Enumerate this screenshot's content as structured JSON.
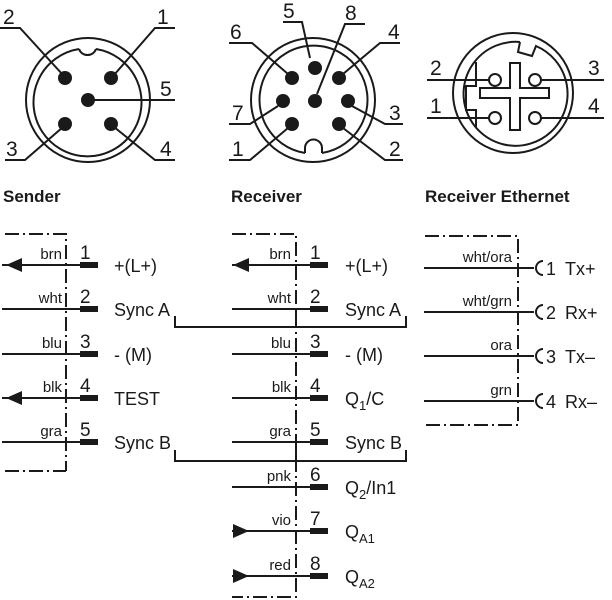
{
  "connectors": {
    "sender": {
      "title": "Sender",
      "pin_labels": [
        "1",
        "2",
        "3",
        "4",
        "5"
      ]
    },
    "receiver": {
      "title": "Receiver",
      "pin_labels": [
        "1",
        "2",
        "3",
        "4",
        "5",
        "6",
        "7",
        "8"
      ]
    },
    "receiver_ethernet": {
      "title": "Receiver Ethernet",
      "pin_labels": [
        "1",
        "2",
        "3",
        "4"
      ]
    }
  },
  "sender_pins": [
    {
      "num": "1",
      "wire": "brn",
      "signal": "+(L+)",
      "arrow": "out"
    },
    {
      "num": "2",
      "wire": "wht",
      "signal": "Sync A",
      "arrow": "none"
    },
    {
      "num": "3",
      "wire": "blu",
      "signal": "- (M)",
      "arrow": "none"
    },
    {
      "num": "4",
      "wire": "blk",
      "signal": "TEST",
      "arrow": "out"
    },
    {
      "num": "5",
      "wire": "gra",
      "signal": "Sync B",
      "arrow": "none"
    }
  ],
  "receiver_pins": [
    {
      "num": "1",
      "wire": "brn",
      "signal": "+(L+)",
      "arrow": "out"
    },
    {
      "num": "2",
      "wire": "wht",
      "signal": "Sync A",
      "arrow": "none"
    },
    {
      "num": "3",
      "wire": "blu",
      "signal": "- (M)",
      "arrow": "none"
    },
    {
      "num": "4",
      "wire": "blk",
      "signal_main": "Q",
      "signal_sub": "1",
      "signal_rest": "/C",
      "arrow": "none"
    },
    {
      "num": "5",
      "wire": "gra",
      "signal": "Sync B",
      "arrow": "none"
    },
    {
      "num": "6",
      "wire": "pnk",
      "signal_main": "Q",
      "signal_sub": "2",
      "signal_rest": "/In1",
      "arrow": "none"
    },
    {
      "num": "7",
      "wire": "vio",
      "signal_main": "Q",
      "signal_sub": "A1",
      "signal_rest": "",
      "arrow": "in"
    },
    {
      "num": "8",
      "wire": "red",
      "signal_main": "Q",
      "signal_sub": "A2",
      "signal_rest": "",
      "arrow": "in"
    }
  ],
  "ethernet_pins": [
    {
      "num": "1",
      "wire": "wht/ora",
      "signal": "Tx+"
    },
    {
      "num": "2",
      "wire": "wht/grn",
      "signal": "Rx+"
    },
    {
      "num": "3",
      "wire": "ora",
      "signal": "Tx–"
    },
    {
      "num": "4",
      "wire": "grn",
      "signal": "Rx–"
    }
  ]
}
